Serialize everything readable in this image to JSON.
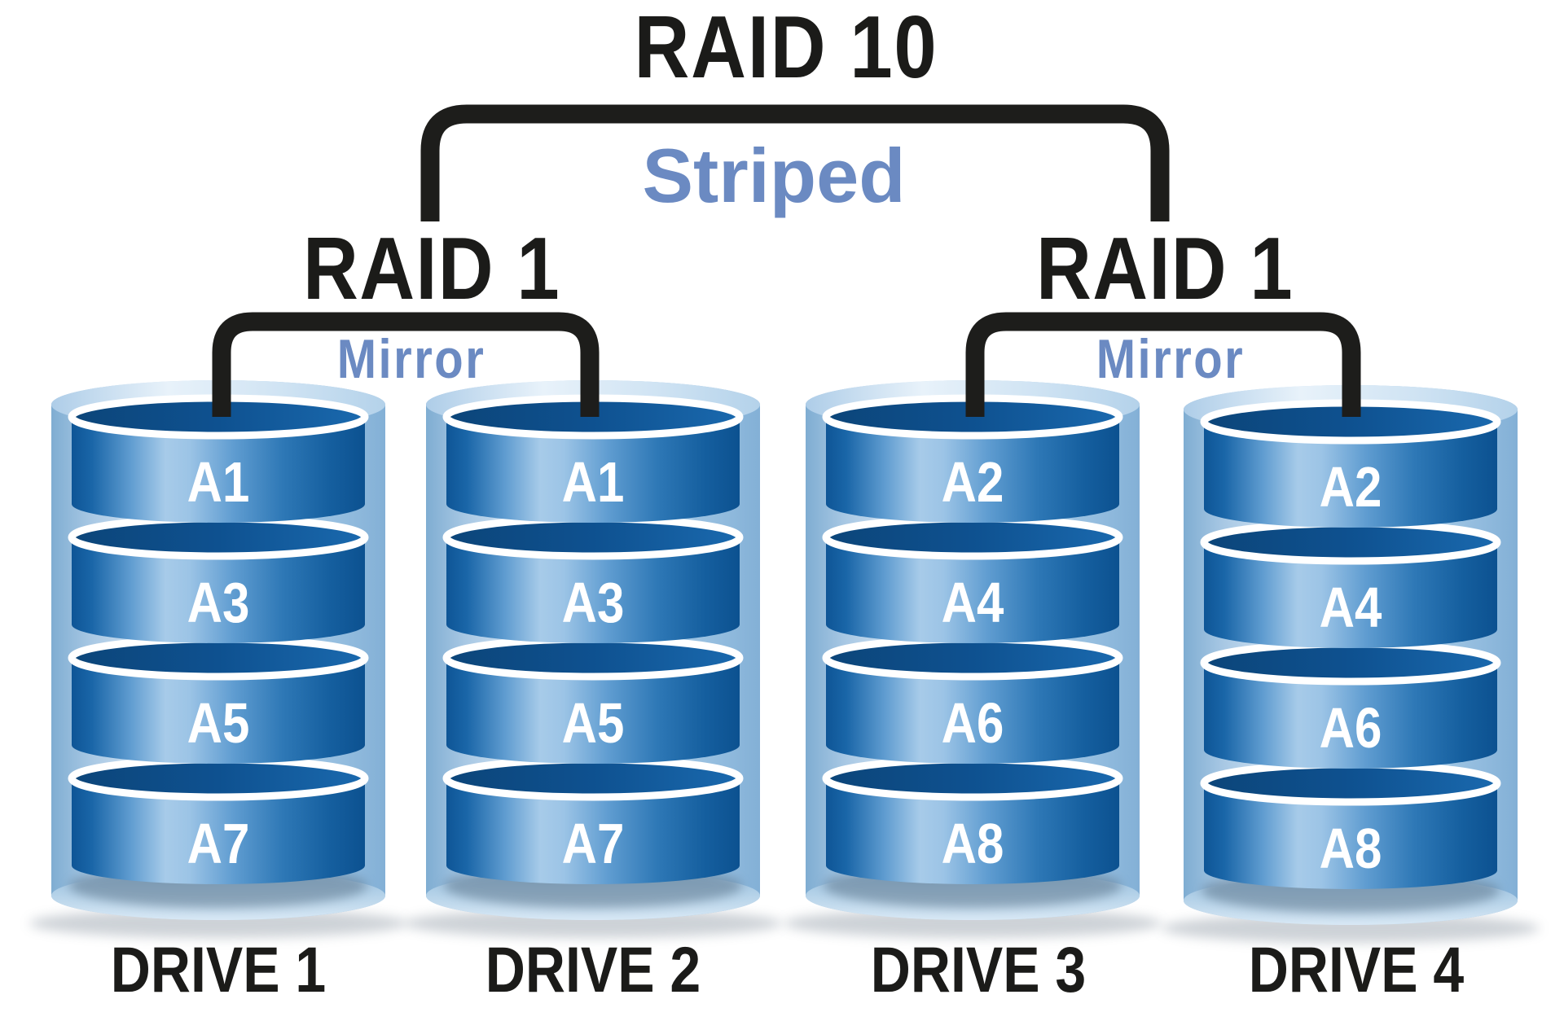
{
  "diagram": {
    "title": "RAID 10",
    "top_relationship": "Striped",
    "groups": [
      {
        "name": "RAID 1",
        "relationship": "Mirror",
        "drives": [
          {
            "name": "DRIVE 1",
            "blocks": [
              "A1",
              "A3",
              "A5",
              "A7"
            ]
          },
          {
            "name": "DRIVE 2",
            "blocks": [
              "A1",
              "A3",
              "A5",
              "A7"
            ]
          }
        ]
      },
      {
        "name": "RAID 1",
        "relationship": "Mirror",
        "drives": [
          {
            "name": "DRIVE 3",
            "blocks": [
              "A2",
              "A4",
              "A6",
              "A8"
            ]
          },
          {
            "name": "DRIVE 4",
            "blocks": [
              "A2",
              "A4",
              "A6",
              "A8"
            ]
          }
        ]
      }
    ],
    "colors": {
      "heading": "#1b1b19",
      "relationship_label": "#6b8ac2",
      "connector": "#1d1d1b",
      "block_label": "#ffffff",
      "drive_label": "#1b1b19",
      "disk_dark": "#0d4d88",
      "disk_light": "#a7cbe9",
      "housing_light": "#d7e7f5",
      "housing_mid": "#8fb8da"
    }
  }
}
